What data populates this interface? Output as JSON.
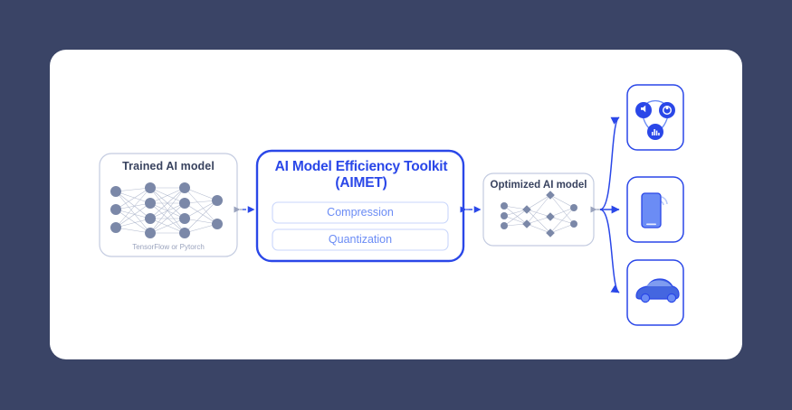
{
  "canvas": {
    "background_color": "#3a4466",
    "card_color": "#ffffff"
  },
  "colors": {
    "background": "#3a4466",
    "card": "#ffffff",
    "accent_blue": "#2a47e8",
    "light_blue": "#6b8cf5",
    "pale_blue_border": "#c9d6fb",
    "node_slate": "#7b88a8",
    "text_navy": "#39435f",
    "muted_text": "#9aa3bd",
    "device_fill": "#6b8cf5"
  },
  "diagram": {
    "type": "flow-diagram",
    "nodes": [
      {
        "id": "trained-model",
        "title": "Trained AI model",
        "caption": "TensorFlow or Pytorch",
        "network": {
          "layers": [
            3,
            4,
            4,
            2
          ],
          "node_shape": "circle",
          "node_color": "#7b88a8"
        }
      },
      {
        "id": "aimet",
        "title": "AI Model Efficiency Toolkit",
        "subtitle": "(AIMET)",
        "features": [
          {
            "id": "compression",
            "label": "Compression"
          },
          {
            "id": "quantization",
            "label": "Quantization"
          }
        ]
      },
      {
        "id": "optimized-model",
        "title": "Optimized AI model",
        "network": {
          "layers": [
            3,
            2,
            3,
            2
          ],
          "node_shape": "diamond",
          "node_color": "#7b88a8"
        }
      }
    ],
    "targets": [
      {
        "id": "iot-device",
        "icon": "smart-speaker-icon",
        "label": ""
      },
      {
        "id": "mobile-device",
        "icon": "smartphone-icon",
        "label": ""
      },
      {
        "id": "automotive-device",
        "icon": "car-icon",
        "label": ""
      }
    ],
    "connectors": [
      {
        "from": "trained-model",
        "to": "aimet",
        "style": "dashed-arrow"
      },
      {
        "from": "aimet",
        "to": "optimized-model",
        "style": "dashed-arrow"
      },
      {
        "from": "optimized-model",
        "to": "iot-device",
        "style": "curved-arrow"
      },
      {
        "from": "optimized-model",
        "to": "mobile-device",
        "style": "straight-arrow"
      },
      {
        "from": "optimized-model",
        "to": "automotive-device",
        "style": "curved-arrow"
      }
    ]
  }
}
